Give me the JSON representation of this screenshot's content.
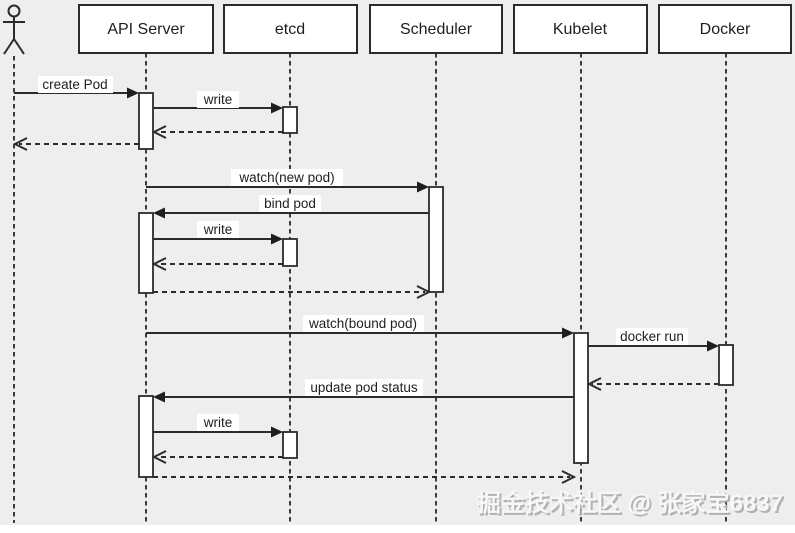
{
  "colors": {
    "background": "#eeeeee",
    "line": "#2b2b2b",
    "box_fill": "#ffffff",
    "label_background": "#ffffff",
    "watermark_front": "#f7f7f7",
    "watermark_shadow": "#a8a8a8"
  },
  "participants": [
    {
      "id": "api-server",
      "label": "API Server"
    },
    {
      "id": "etcd",
      "label": "etcd"
    },
    {
      "id": "scheduler",
      "label": "Scheduler"
    },
    {
      "id": "kubelet",
      "label": "Kubelet"
    },
    {
      "id": "docker",
      "label": "Docker"
    }
  ],
  "messages": [
    {
      "label": "create Pod",
      "from": "actor",
      "to": "API Server",
      "style": "solid"
    },
    {
      "label": "write",
      "from": "API Server",
      "to": "etcd",
      "style": "solid"
    },
    {
      "label": "",
      "from": "etcd",
      "to": "API Server",
      "style": "dashed-return"
    },
    {
      "label": "",
      "from": "API Server",
      "to": "actor",
      "style": "dashed-return"
    },
    {
      "label": "watch(new pod)",
      "from": "API Server",
      "to": "Scheduler",
      "style": "solid"
    },
    {
      "label": "bind pod",
      "from": "Scheduler",
      "to": "API Server",
      "style": "solid"
    },
    {
      "label": "write",
      "from": "API Server",
      "to": "etcd",
      "style": "solid"
    },
    {
      "label": "",
      "from": "etcd",
      "to": "API Server",
      "style": "dashed-return"
    },
    {
      "label": "",
      "from": "API Server",
      "to": "Scheduler",
      "style": "dashed-return"
    },
    {
      "label": "watch(bound pod)",
      "from": "API Server",
      "to": "Kubelet",
      "style": "solid"
    },
    {
      "label": "docker run",
      "from": "Kubelet",
      "to": "Docker",
      "style": "solid"
    },
    {
      "label": "",
      "from": "Docker",
      "to": "Kubelet",
      "style": "dashed-return"
    },
    {
      "label": "update pod status",
      "from": "Kubelet",
      "to": "API Server",
      "style": "solid"
    },
    {
      "label": "write",
      "from": "API Server",
      "to": "etcd",
      "style": "solid"
    },
    {
      "label": "",
      "from": "etcd",
      "to": "API Server",
      "style": "dashed-return"
    },
    {
      "label": "",
      "from": "API Server",
      "to": "Kubelet",
      "style": "dashed-return"
    }
  ],
  "watermark": {
    "text": "掘金技术社区 @ 张家宝6837"
  }
}
